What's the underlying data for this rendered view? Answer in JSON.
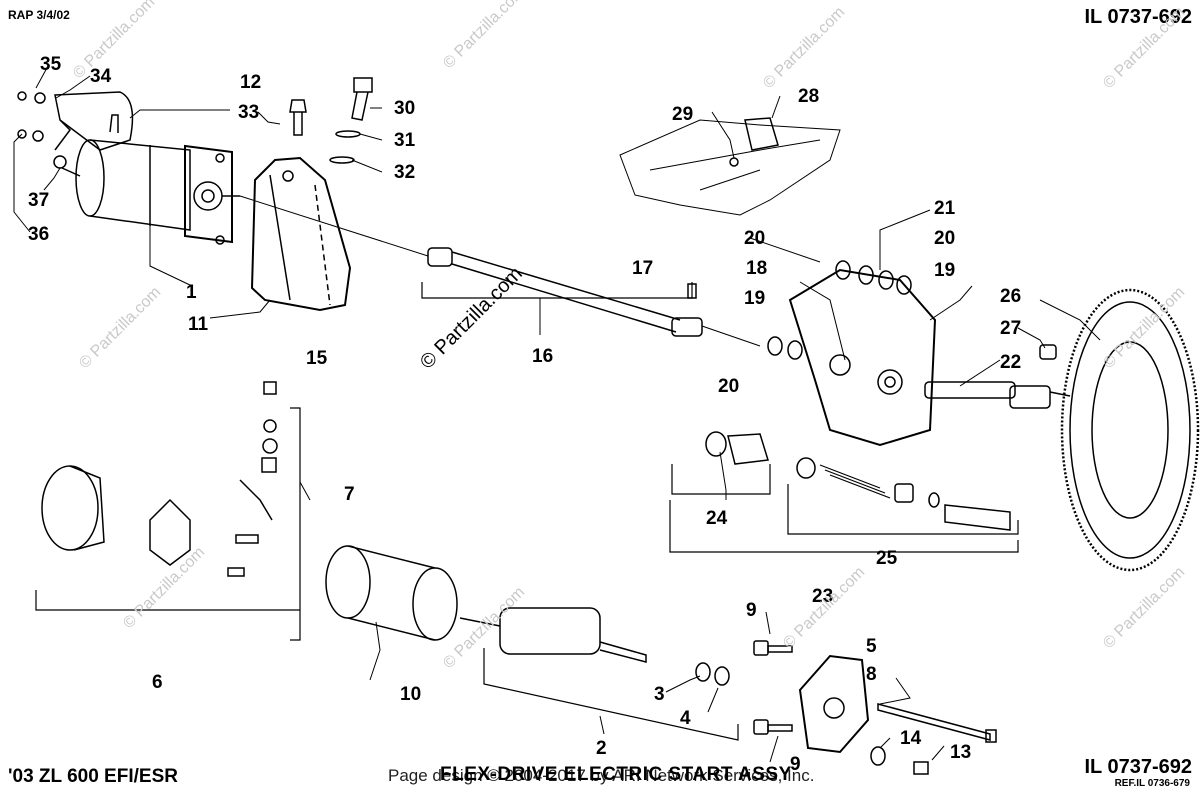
{
  "header": {
    "rap": "RAP 3/4/02",
    "illustration_id": "IL 0737-692"
  },
  "footer": {
    "model": "'03 ZL 600 EFI/ESR",
    "title": "FLEX-DRIVE ELECTRIC START ASSY",
    "copyright": "Page design © 2004-2017 by ARI Network Services, Inc.",
    "illustration_id": "IL 0737-692",
    "ref": "REF.IL 0736-679"
  },
  "watermark": {
    "main": "© Partzilla.com",
    "faint": "© Partzilla.com"
  },
  "callouts": [
    "1",
    "2",
    "3",
    "4",
    "5",
    "6",
    "7",
    "8",
    "9",
    "9",
    "10",
    "11",
    "12",
    "13",
    "14",
    "15",
    "16",
    "17",
    "18",
    "19",
    "19",
    "20",
    "20",
    "20",
    "21",
    "22",
    "23",
    "24",
    "25",
    "26",
    "27",
    "28",
    "29",
    "30",
    "31",
    "32",
    "33",
    "34",
    "35",
    "36",
    "37"
  ]
}
